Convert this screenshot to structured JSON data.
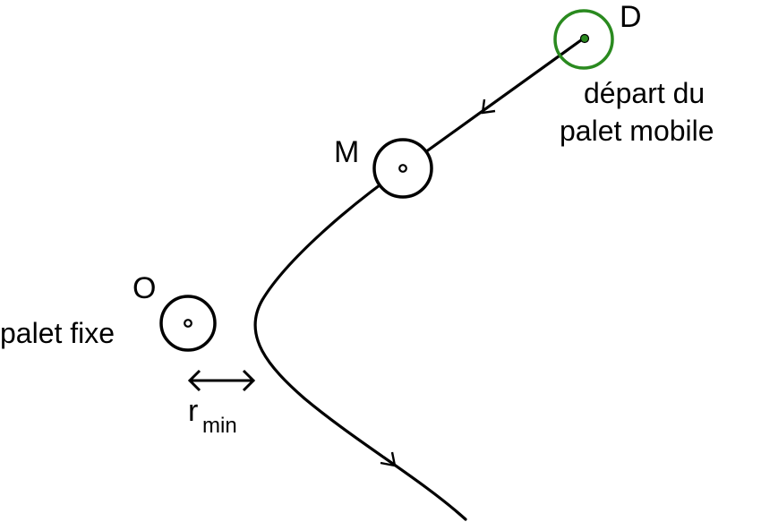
{
  "colors": {
    "ink": "#000000",
    "start_puck": "#2a8a1f",
    "background": "#ffffff"
  },
  "labels": {
    "point_d": "D",
    "start_line1": "départ du",
    "start_line2": "palet mobile",
    "point_m": "M",
    "point_o": "O",
    "fixed_puck": "palet fixe",
    "rmin_r": "r",
    "rmin_sub": "min"
  }
}
